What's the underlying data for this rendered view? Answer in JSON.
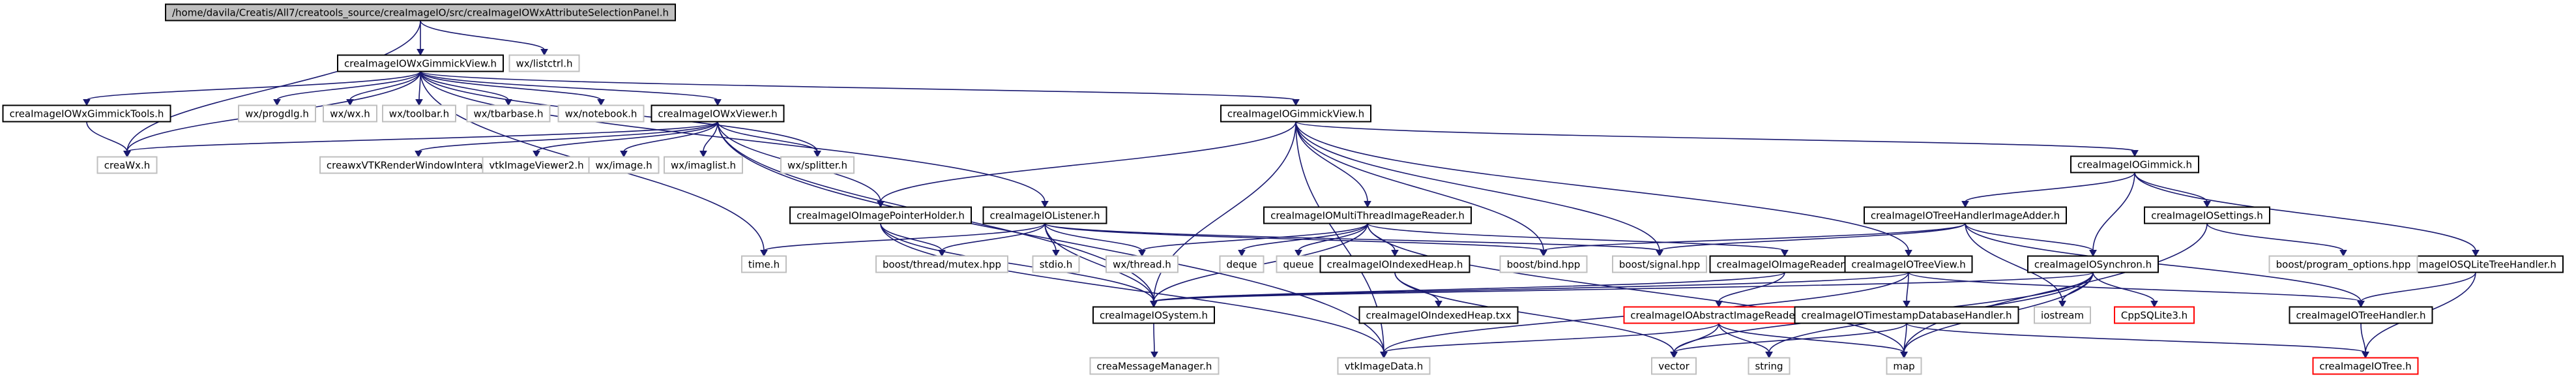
{
  "colors": {
    "edge": "#191970",
    "root_fill": "#bfbfbf",
    "node_fill": "#ffffff",
    "node_border": "#000000",
    "external_border": "#bfbfbf",
    "missing_border": "#ff0000",
    "text": "#000000"
  },
  "nodes": [
    {
      "id": "root",
      "label": "/home/davila/Creatis/All7/creatools_source/creaImageIO/src/creaImageIOWxAttributeSelectionPanel.h",
      "kind": "root"
    },
    {
      "id": "wxgimmick",
      "label": "creaImageIOWxGimmickView.h",
      "kind": "local"
    },
    {
      "id": "listctrl",
      "label": "wx/listctrl.h",
      "kind": "external"
    },
    {
      "id": "tools",
      "label": "creaImageIOWxGimmickTools.h",
      "kind": "local"
    },
    {
      "id": "progdlg",
      "label": "wx/progdlg.h",
      "kind": "external"
    },
    {
      "id": "wxh",
      "label": "wx/wx.h",
      "kind": "external"
    },
    {
      "id": "toolbar",
      "label": "wx/toolbar.h",
      "kind": "external"
    },
    {
      "id": "tbar",
      "label": "wx/tbarbase.h",
      "kind": "external"
    },
    {
      "id": "notebook",
      "label": "wx/notebook.h",
      "kind": "external"
    },
    {
      "id": "wxviewer",
      "label": "creaImageIOWxViewer.h",
      "kind": "local"
    },
    {
      "id": "gimmickview",
      "label": "creaImageIOGimmickView.h",
      "kind": "local"
    },
    {
      "id": "gimmick",
      "label": "creaImageIOGimmick.h",
      "kind": "local"
    },
    {
      "id": "creawx",
      "label": "creaWx.h",
      "kind": "external"
    },
    {
      "id": "vtkrender",
      "label": "creawxVTKRenderWindowInteractor.h",
      "kind": "external"
    },
    {
      "id": "vtkviewer2",
      "label": "vtkImageViewer2.h",
      "kind": "external"
    },
    {
      "id": "wximage",
      "label": "wx/image.h",
      "kind": "external"
    },
    {
      "id": "imaglist",
      "label": "wx/imaglist.h",
      "kind": "external"
    },
    {
      "id": "splitter",
      "label": "wx/splitter.h",
      "kind": "external"
    },
    {
      "id": "ptrholder",
      "label": "creaImageIOImagePointerHolder.h",
      "kind": "local"
    },
    {
      "id": "listener",
      "label": "creaImageIOListener.h",
      "kind": "local"
    },
    {
      "id": "multithread",
      "label": "creaImageIOMultiThreadImageReader.h",
      "kind": "local"
    },
    {
      "id": "treehandleradder",
      "label": "creaImageIOTreeHandlerImageAdder.h",
      "kind": "local"
    },
    {
      "id": "settings",
      "label": "creaImageIOSettings.h",
      "kind": "local"
    },
    {
      "id": "sqlite",
      "label": "creaImageIOSQLiteTreeHandler.h",
      "kind": "local"
    },
    {
      "id": "timeh",
      "label": "time.h",
      "kind": "external"
    },
    {
      "id": "mutex",
      "label": "boost/thread/mutex.hpp",
      "kind": "external"
    },
    {
      "id": "stdio",
      "label": "stdio.h",
      "kind": "external"
    },
    {
      "id": "thread",
      "label": "wx/thread.h",
      "kind": "external"
    },
    {
      "id": "deque",
      "label": "deque",
      "kind": "external"
    },
    {
      "id": "queue",
      "label": "queue",
      "kind": "external"
    },
    {
      "id": "indexedheap",
      "label": "creaImageIOIndexedHeap.h",
      "kind": "local"
    },
    {
      "id": "bind",
      "label": "boost/bind.hpp",
      "kind": "external"
    },
    {
      "id": "signal",
      "label": "boost/signal.hpp",
      "kind": "external"
    },
    {
      "id": "imagereader",
      "label": "creaImageIOImageReader.h",
      "kind": "local"
    },
    {
      "id": "treeview",
      "label": "creaImageIOTreeView.h",
      "kind": "local"
    },
    {
      "id": "synchron",
      "label": "creaImageIOSynchron.h",
      "kind": "local"
    },
    {
      "id": "progopts",
      "label": "boost/program_options.hpp",
      "kind": "external"
    },
    {
      "id": "system",
      "label": "creaImageIOSystem.h",
      "kind": "local"
    },
    {
      "id": "indexedheaptxx",
      "label": "creaImageIOIndexedHeap.txx",
      "kind": "local"
    },
    {
      "id": "abstractreader",
      "label": "creaImageIOAbstractImageReader.h",
      "kind": "missing"
    },
    {
      "id": "timestamp",
      "label": "creaImageIOTimestampDatabaseHandler.h",
      "kind": "local"
    },
    {
      "id": "iostream",
      "label": "iostream",
      "kind": "external"
    },
    {
      "id": "cppsqlite",
      "label": "CppSQLite3.h",
      "kind": "missing"
    },
    {
      "id": "treehandler",
      "label": "creaImageIOTreeHandler.h",
      "kind": "local"
    },
    {
      "id": "creamsg",
      "label": "creaMessageManager.h",
      "kind": "external"
    },
    {
      "id": "vtkimagedata",
      "label": "vtkImageData.h",
      "kind": "external"
    },
    {
      "id": "vector",
      "label": "vector",
      "kind": "external"
    },
    {
      "id": "string",
      "label": "string",
      "kind": "external"
    },
    {
      "id": "map",
      "label": "map",
      "kind": "external"
    },
    {
      "id": "tree",
      "label": "creaImageIOTree.h",
      "kind": "missing"
    }
  ],
  "edges": [
    [
      "root",
      "wxgimmick"
    ],
    [
      "root",
      "listctrl"
    ],
    [
      "root",
      "creawx"
    ],
    [
      "wxgimmick",
      "tools"
    ],
    [
      "wxgimmick",
      "progdlg"
    ],
    [
      "wxgimmick",
      "wxh"
    ],
    [
      "wxgimmick",
      "toolbar"
    ],
    [
      "wxgimmick",
      "tbar"
    ],
    [
      "wxgimmick",
      "notebook"
    ],
    [
      "wxgimmick",
      "wxviewer"
    ],
    [
      "wxgimmick",
      "gimmickview"
    ],
    [
      "wxgimmick",
      "creawx"
    ],
    [
      "wxgimmick",
      "splitter"
    ],
    [
      "wxgimmick",
      "listener"
    ],
    [
      "wxgimmick",
      "timeh"
    ],
    [
      "tools",
      "creawx"
    ],
    [
      "wxviewer",
      "creawx"
    ],
    [
      "wxviewer",
      "vtkrender"
    ],
    [
      "wxviewer",
      "vtkviewer2"
    ],
    [
      "wxviewer",
      "wximage"
    ],
    [
      "wxviewer",
      "imaglist"
    ],
    [
      "wxviewer",
      "splitter"
    ],
    [
      "wxviewer",
      "ptrholder"
    ],
    [
      "wxviewer",
      "system"
    ],
    [
      "wxviewer",
      "vtkimagedata"
    ],
    [
      "gimmickview",
      "gimmick"
    ],
    [
      "gimmickview",
      "ptrholder"
    ],
    [
      "gimmickview",
      "multithread"
    ],
    [
      "gimmickview",
      "treeview"
    ],
    [
      "gimmickview",
      "system"
    ],
    [
      "gimmickview",
      "bind"
    ],
    [
      "gimmickview",
      "signal"
    ],
    [
      "gimmickview",
      "vtkimagedata"
    ],
    [
      "gimmick",
      "treehandleradder"
    ],
    [
      "gimmick",
      "settings"
    ],
    [
      "gimmick",
      "sqlite"
    ],
    [
      "gimmick",
      "synchron"
    ],
    [
      "ptrholder",
      "mutex"
    ],
    [
      "ptrholder",
      "system"
    ],
    [
      "ptrholder",
      "vtkimagedata"
    ],
    [
      "listener",
      "timeh"
    ],
    [
      "listener",
      "mutex"
    ],
    [
      "listener",
      "stdio"
    ],
    [
      "listener",
      "thread"
    ],
    [
      "listener",
      "system"
    ],
    [
      "listener",
      "bind"
    ],
    [
      "listener",
      "signal"
    ],
    [
      "multithread",
      "thread"
    ],
    [
      "multithread",
      "deque"
    ],
    [
      "multithread",
      "queue"
    ],
    [
      "multithread",
      "indexedheap"
    ],
    [
      "multithread",
      "imagereader"
    ],
    [
      "multithread",
      "system"
    ],
    [
      "multithread",
      "map"
    ],
    [
      "indexedheap",
      "indexedheaptxx"
    ],
    [
      "indexedheap",
      "vector"
    ],
    [
      "imagereader",
      "abstractreader"
    ],
    [
      "imagereader",
      "system"
    ],
    [
      "treeview",
      "system"
    ],
    [
      "treeview",
      "timestamp"
    ],
    [
      "treeview",
      "treehandler"
    ],
    [
      "treeview",
      "vtkimagedata"
    ],
    [
      "treehandleradder",
      "synchron"
    ],
    [
      "treehandleradder",
      "treehandler"
    ],
    [
      "treehandleradder",
      "iostream"
    ],
    [
      "treehandleradder",
      "signal"
    ],
    [
      "treehandleradder",
      "bind"
    ],
    [
      "settings",
      "progopts"
    ],
    [
      "settings",
      "map"
    ],
    [
      "sqlite",
      "treehandler"
    ],
    [
      "sqlite",
      "tree"
    ],
    [
      "synchron",
      "cppsqlite"
    ],
    [
      "synchron",
      "iostream"
    ],
    [
      "synchron",
      "map"
    ],
    [
      "synchron",
      "vector"
    ],
    [
      "synchron",
      "string"
    ],
    [
      "synchron",
      "system"
    ],
    [
      "system",
      "creamsg"
    ],
    [
      "abstractreader",
      "vtkimagedata"
    ],
    [
      "abstractreader",
      "vector"
    ],
    [
      "abstractreader",
      "string"
    ],
    [
      "abstractreader",
      "map"
    ],
    [
      "timestamp",
      "vector"
    ],
    [
      "timestamp",
      "map"
    ],
    [
      "timestamp",
      "tree"
    ],
    [
      "treehandler",
      "tree"
    ]
  ]
}
